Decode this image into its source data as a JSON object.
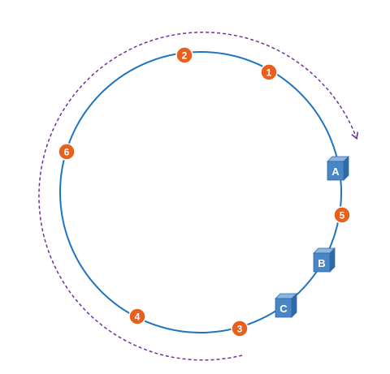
{
  "colors": {
    "ring": "#1f74c0",
    "arrow": "#7030a0",
    "node_fill": "#e8601c",
    "node_stroke": "#ffffff",
    "server_front": "#4a86c5",
    "server_side": "#2e6aa6",
    "server_top": "#8ab6e2"
  },
  "nodes": [
    {
      "label": "1"
    },
    {
      "label": "2"
    },
    {
      "label": "3"
    },
    {
      "label": "4"
    },
    {
      "label": "5"
    },
    {
      "label": "6"
    }
  ],
  "servers": [
    {
      "label": "A"
    },
    {
      "label": "B"
    },
    {
      "label": "C"
    }
  ]
}
